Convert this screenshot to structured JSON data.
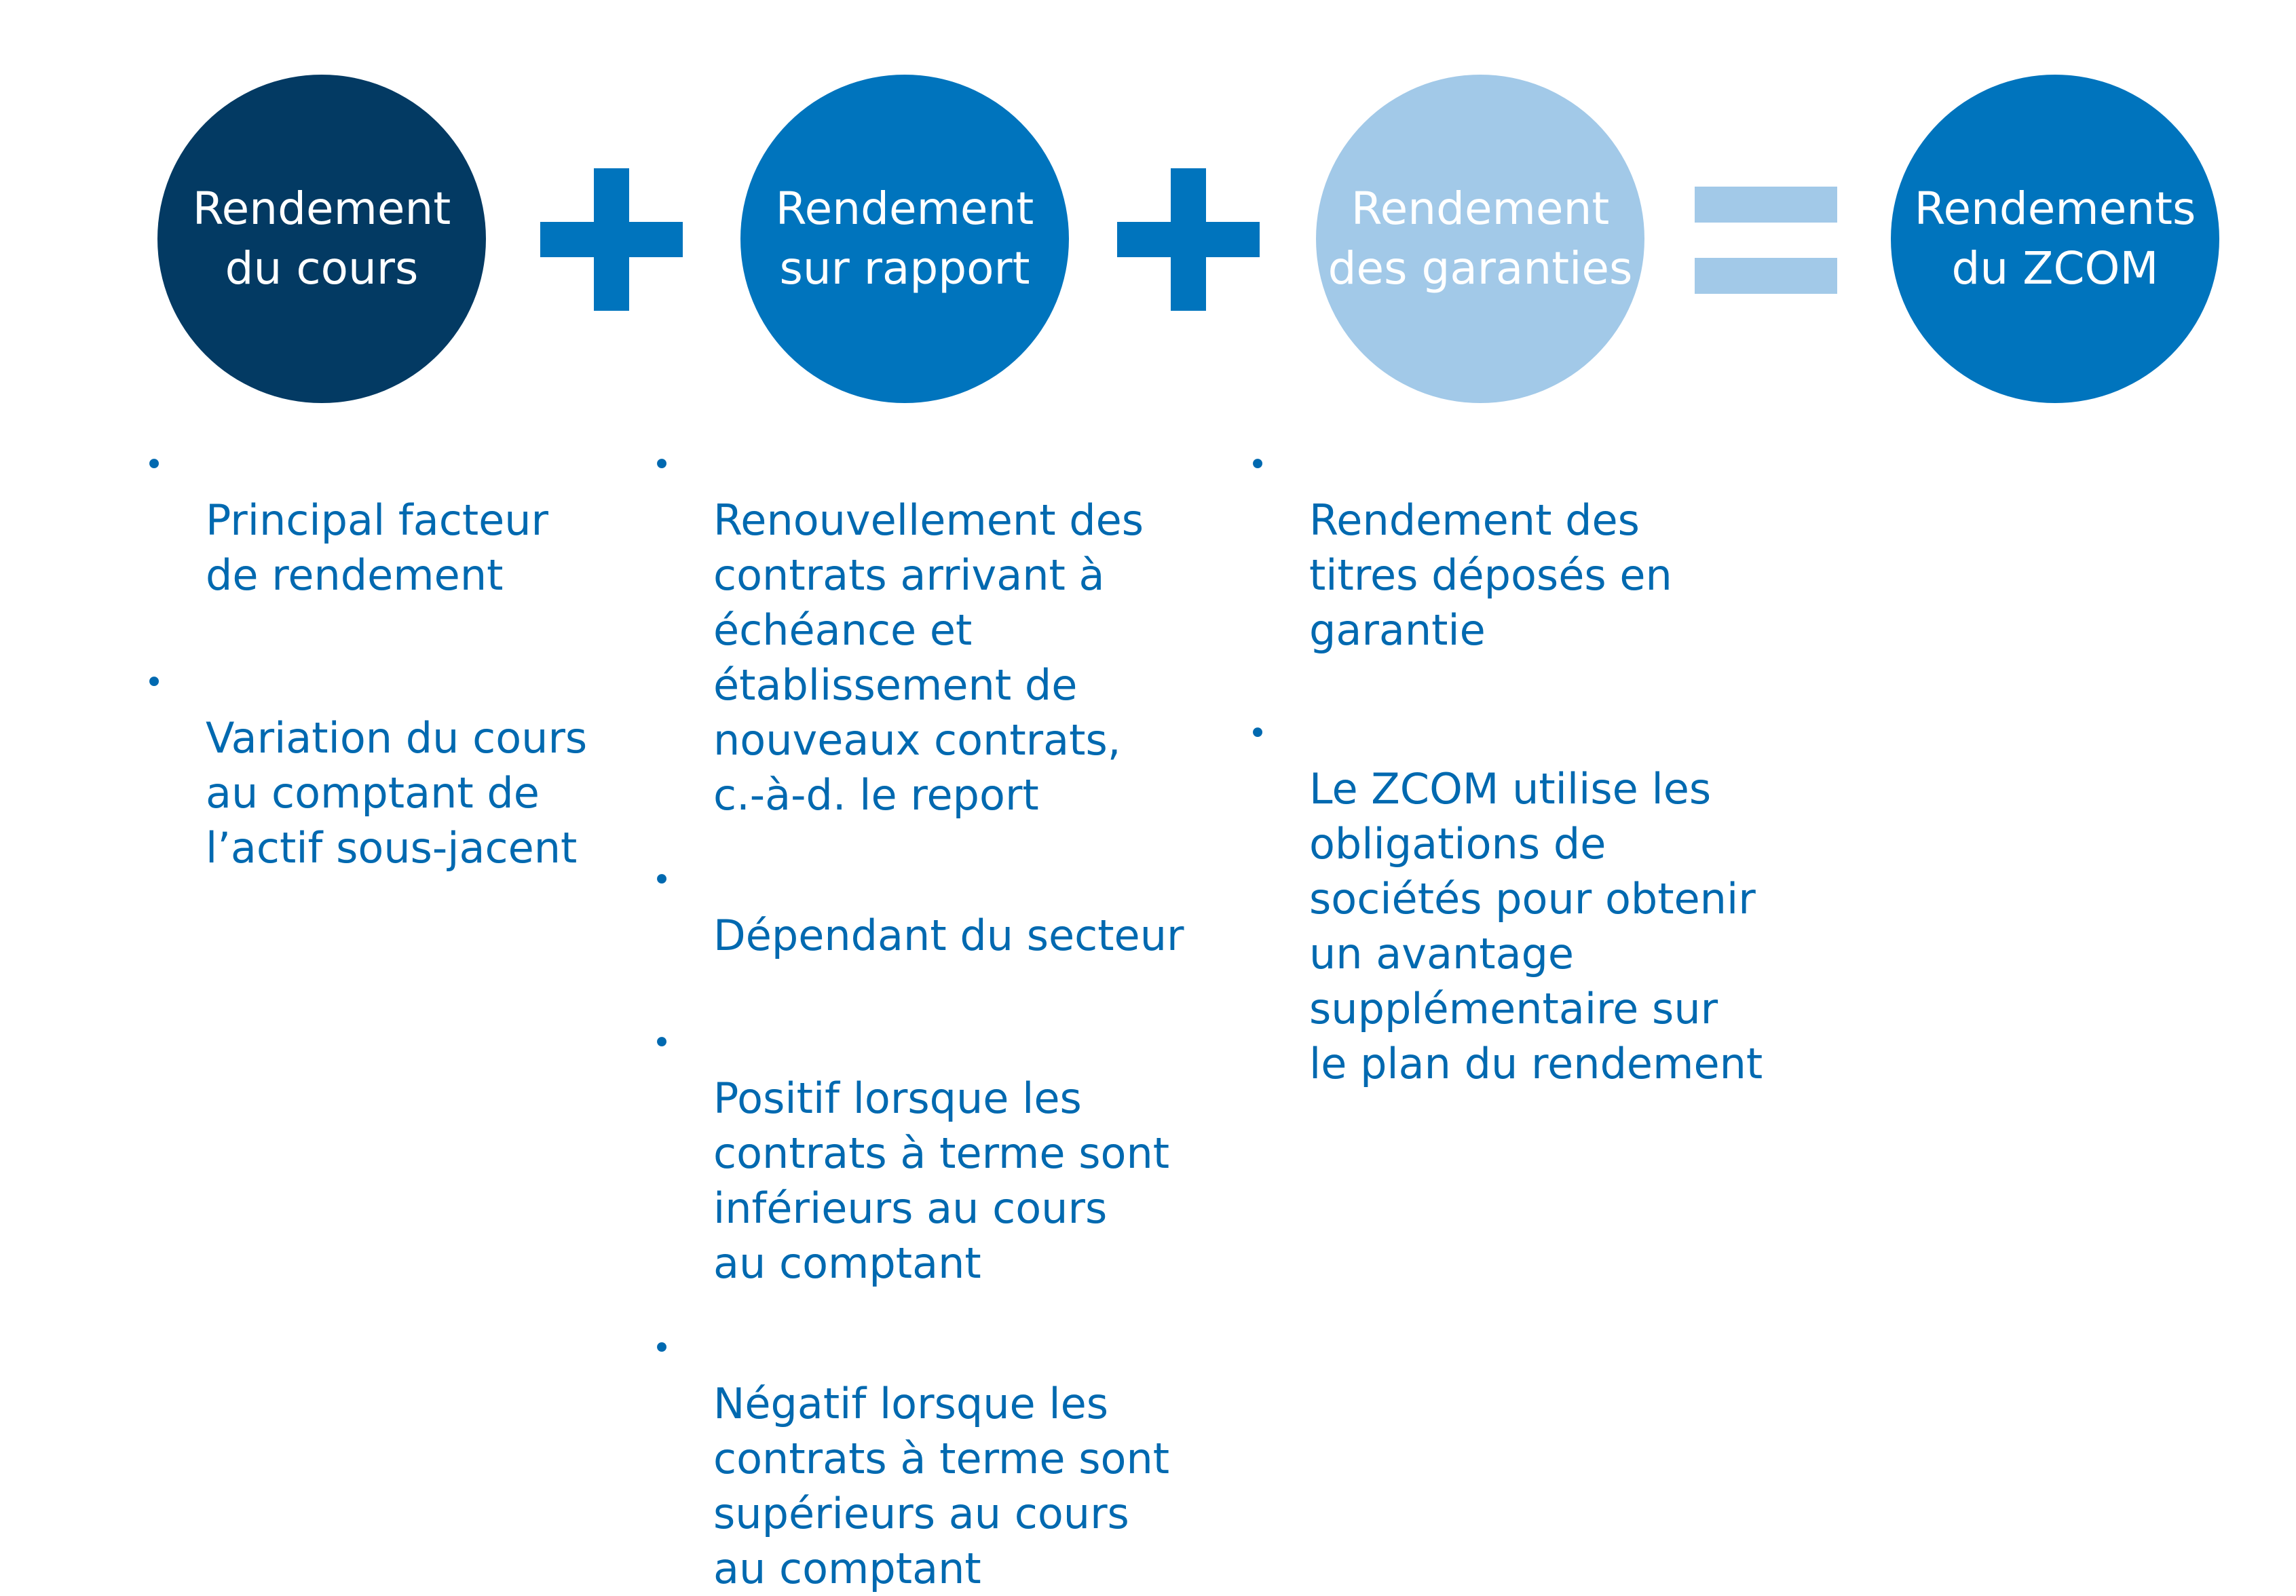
{
  "colors": {
    "dark_navy": "#033A63",
    "mid_blue": "#0074BD",
    "light_blue": "#A2C9E8",
    "text_blue": "#0069B0"
  },
  "circles": [
    {
      "label": "Rendement\ndu cours",
      "color": "#033A63"
    },
    {
      "label": "Rendement\nsur rapport",
      "color": "#0074BD"
    },
    {
      "label": "Rendement\ndes garanties",
      "color": "#A2C9E8"
    },
    {
      "label": "Rendements\ndu ZCOM",
      "color": "#0074BD"
    }
  ],
  "operators": [
    {
      "symbol": "plus-icon",
      "color": "#0074BD"
    },
    {
      "symbol": "plus-icon",
      "color": "#0074BD"
    },
    {
      "symbol": "equals-icon",
      "color": "#A2C9E8"
    }
  ],
  "columns": [
    {
      "bullets": [
        "Principal facteur\nde rendement",
        "Variation du cours\nau comptant de\nl’actif sous-jacent"
      ]
    },
    {
      "bullets": [
        "Renouvellement des\ncontrats arrivant à\néchéance et\nétablissement de\nnouveaux contrats,\nc.-à-d. le report",
        "Dépendant du secteur",
        "Positif lorsque les\ncontrats à terme sont\ninférieurs au cours\nau comptant",
        "Négatif lorsque les\ncontrats à terme sont\nsupérieurs au cours\nau comptant"
      ]
    },
    {
      "bullets": [
        "Rendement des\ntitres déposés en\ngarantie",
        "Le ZCOM utilise les\nobligations de\nsociétés pour obtenir\nun avantage\nsupplémentaire sur\nle plan du rendement"
      ]
    }
  ],
  "bullet_glyph": "•"
}
